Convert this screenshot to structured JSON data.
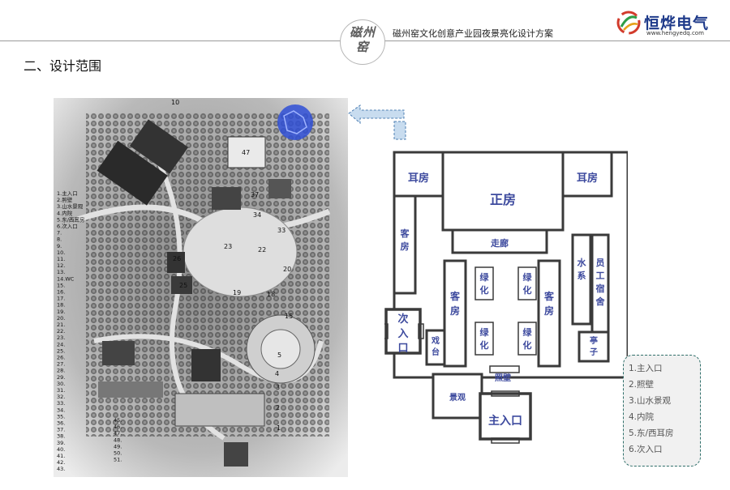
{
  "header": {
    "seal_text_top": "磁州",
    "seal_text_bottom": "窑",
    "doc_title": "磁州窑文化创意产业园夜景亮化设计方案",
    "logo_name": "恒烨电气",
    "logo_url": "www.hengyedq.com"
  },
  "section_title": "二、设计范围",
  "site_map": {
    "numbers": [
      "10",
      "47",
      "37",
      "34",
      "33",
      "23",
      "22",
      "26",
      "25",
      "19",
      "18",
      "20",
      "15",
      "5",
      "4",
      "3",
      "2",
      "1"
    ],
    "legend_items": [
      "1.主入口",
      "2.照壁",
      "3.山水景观",
      "4.内院",
      "5.东/西耳房",
      "6.次入口",
      "7.",
      "8.",
      "9.",
      "10.",
      "11.",
      "12.",
      "13.",
      "14.WC",
      "15.",
      "16.",
      "17.",
      "18.",
      "19.",
      "20.",
      "21.",
      "22.",
      "23.",
      "24.",
      "25.",
      "26.",
      "27.",
      "28.",
      "29.",
      "30.",
      "31.",
      "32.",
      "33.",
      "34.",
      "35.",
      "36.",
      "37.",
      "38.",
      "39.",
      "40.",
      "41.",
      "42.",
      "43."
    ],
    "legend_items_col2": [
      "45.",
      "46.",
      "47.",
      "48.",
      "49.",
      "50.",
      "51."
    ],
    "highlight_color": "#2f4fd6"
  },
  "plan": {
    "rooms": {
      "west_ear": "耳房",
      "main_hall": "正房",
      "east_ear": "耳房",
      "west_guest_outer": "客房",
      "corridor": "走廊",
      "water": "水系",
      "staff": "员工宿舍",
      "west_guest_inner": "客房",
      "green_nw": "绿化",
      "green_ne": "绿化",
      "green_sw": "绿化",
      "green_se": "绿化",
      "east_guest_inner": "客房",
      "secondary_entrance": "次入口",
      "stage": "戏台",
      "pavilion": "亭子",
      "screen_wall": "照壁",
      "landscape": "景观",
      "main_entrance": "主入口"
    },
    "label_color": "#3d4a9e"
  },
  "legend": {
    "items": [
      "1.主入口",
      "2.照壁",
      "3.山水景观",
      "4.内院",
      "5.东/西耳房",
      "6.次入口"
    ]
  },
  "colors": {
    "accent": "#1e3a8a",
    "arrow": "#c8dcef"
  }
}
